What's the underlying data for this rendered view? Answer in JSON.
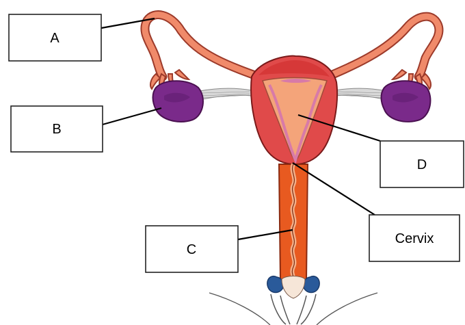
{
  "labels": {
    "a": "A",
    "b": "B",
    "c": "C",
    "d": "D",
    "cervix": "Cervix"
  },
  "colors": {
    "tube": "#f08a6a",
    "tube_outline": "#9c3a2a",
    "ovary": "#7a2a8a",
    "ovary_dark": "#5a1a6a",
    "uterus_outer": "#e04a4a",
    "uterus_inner": "#f4a47a",
    "endometrium": "#d87aa8",
    "vagina": "#e85a20",
    "vulva_blue": "#2a5a9a",
    "ligament": "#b8b8b8"
  }
}
